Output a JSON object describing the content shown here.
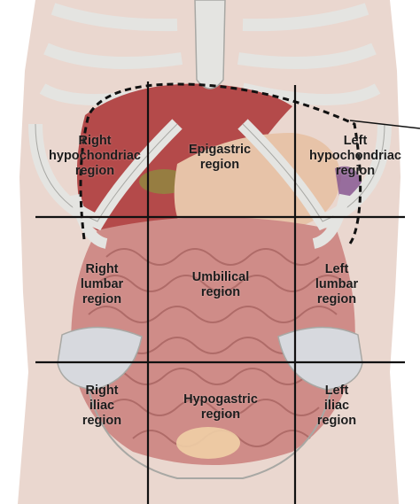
{
  "regions": {
    "right_hypochondriac": "Right\nhypochondriac\nregion",
    "epigastric": "Epigastric\nregion",
    "left_hypochondriac": "Left\nhypochondriac\nregion",
    "right_lumbar": "Right\nlumbar\nregion",
    "umbilical": "Umbilical\nregion",
    "left_lumbar": "Left\nlumbar\nregion",
    "right_iliac": "Right\niliac\nregion",
    "hypogastric": "Hypogastric\nregion",
    "left_iliac": "Left\niliac\nregion"
  },
  "colors": {
    "bone": "#e4e4e1",
    "bone_outline": "#a8a8a4",
    "skin": "#ead7cf",
    "liver": "#b44a4a",
    "stomach": "#e7c3a8",
    "gallbladder": "#8f8a3e",
    "intestine": "#cf8c88",
    "intestine_dark": "#a25e5b",
    "grid_line": "#111111"
  }
}
